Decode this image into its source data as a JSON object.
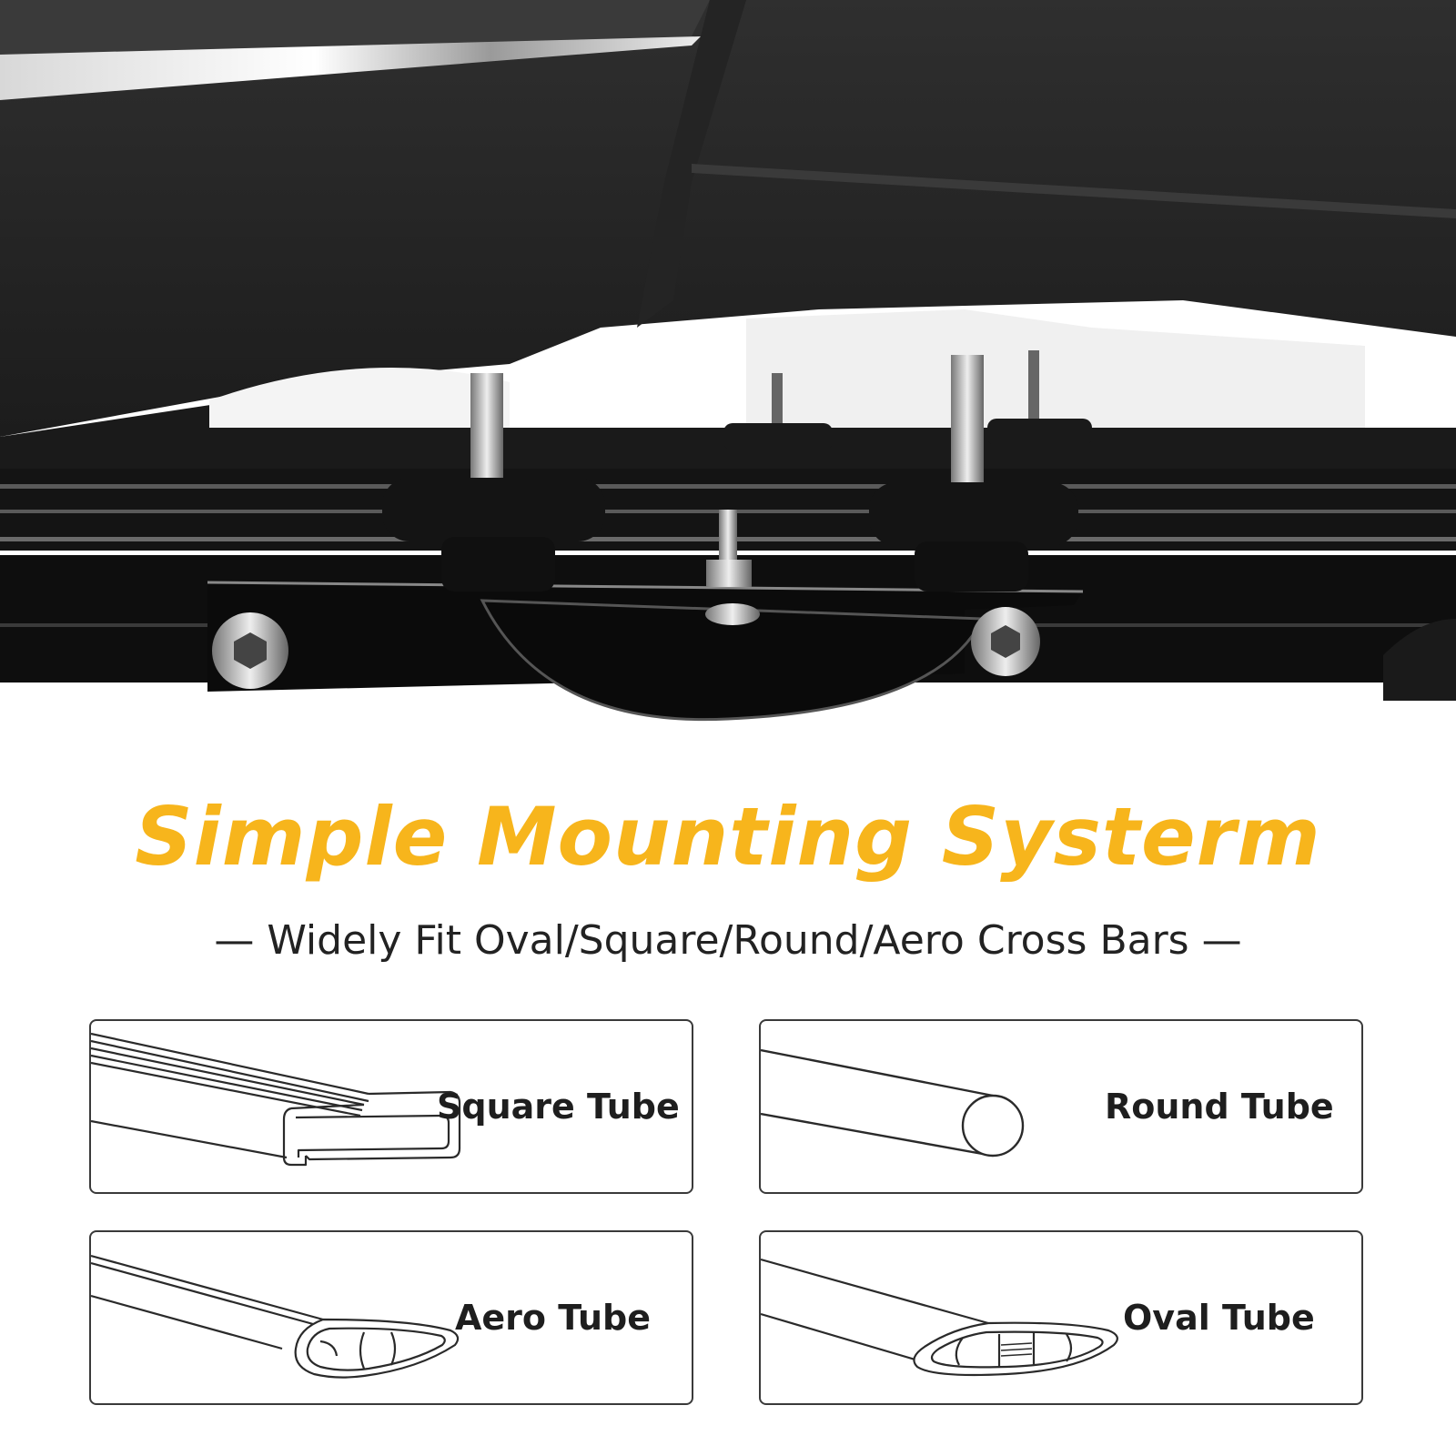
{
  "heading": {
    "title": "Simple Mounting Systerm",
    "subtitle": "— Widely Fit Oval/Square/Round/Aero Cross Bars —",
    "title_color": "#f7b51c"
  },
  "tubes": [
    {
      "label": "Square Tube",
      "icon": "square-tube-icon"
    },
    {
      "label": "Round Tube",
      "icon": "round-tube-icon"
    },
    {
      "label": "Aero Tube",
      "icon": "aero-tube-icon"
    },
    {
      "label": "Oval Tube",
      "icon": "oval-tube-icon"
    }
  ]
}
